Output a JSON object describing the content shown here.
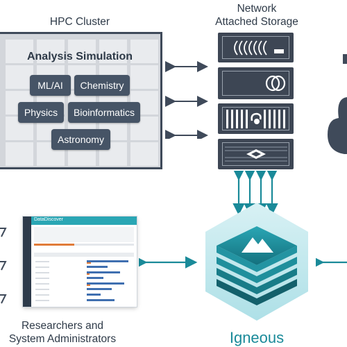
{
  "hpc": {
    "title": "HPC Cluster",
    "panel_title": "Analysis Simulation",
    "items": [
      "ML/AI",
      "Chemistry",
      "Physics",
      "Bioinformatics",
      "Astronomy"
    ]
  },
  "nas": {
    "title_line1": "Network",
    "title_line2": "Attached Storage"
  },
  "researchers": {
    "line1": "Researchers and",
    "line2": "System Administrators"
  },
  "igneous": {
    "label": "Igneous"
  },
  "dashboard": {
    "app_name": "DataDiscover"
  },
  "colors": {
    "dark_slate": "#3f4a5a",
    "panel_bg": "#d3d6db",
    "teal": "#1a8a99",
    "arrow": "#3f4a5a",
    "cloud": "#3f4a5a"
  }
}
